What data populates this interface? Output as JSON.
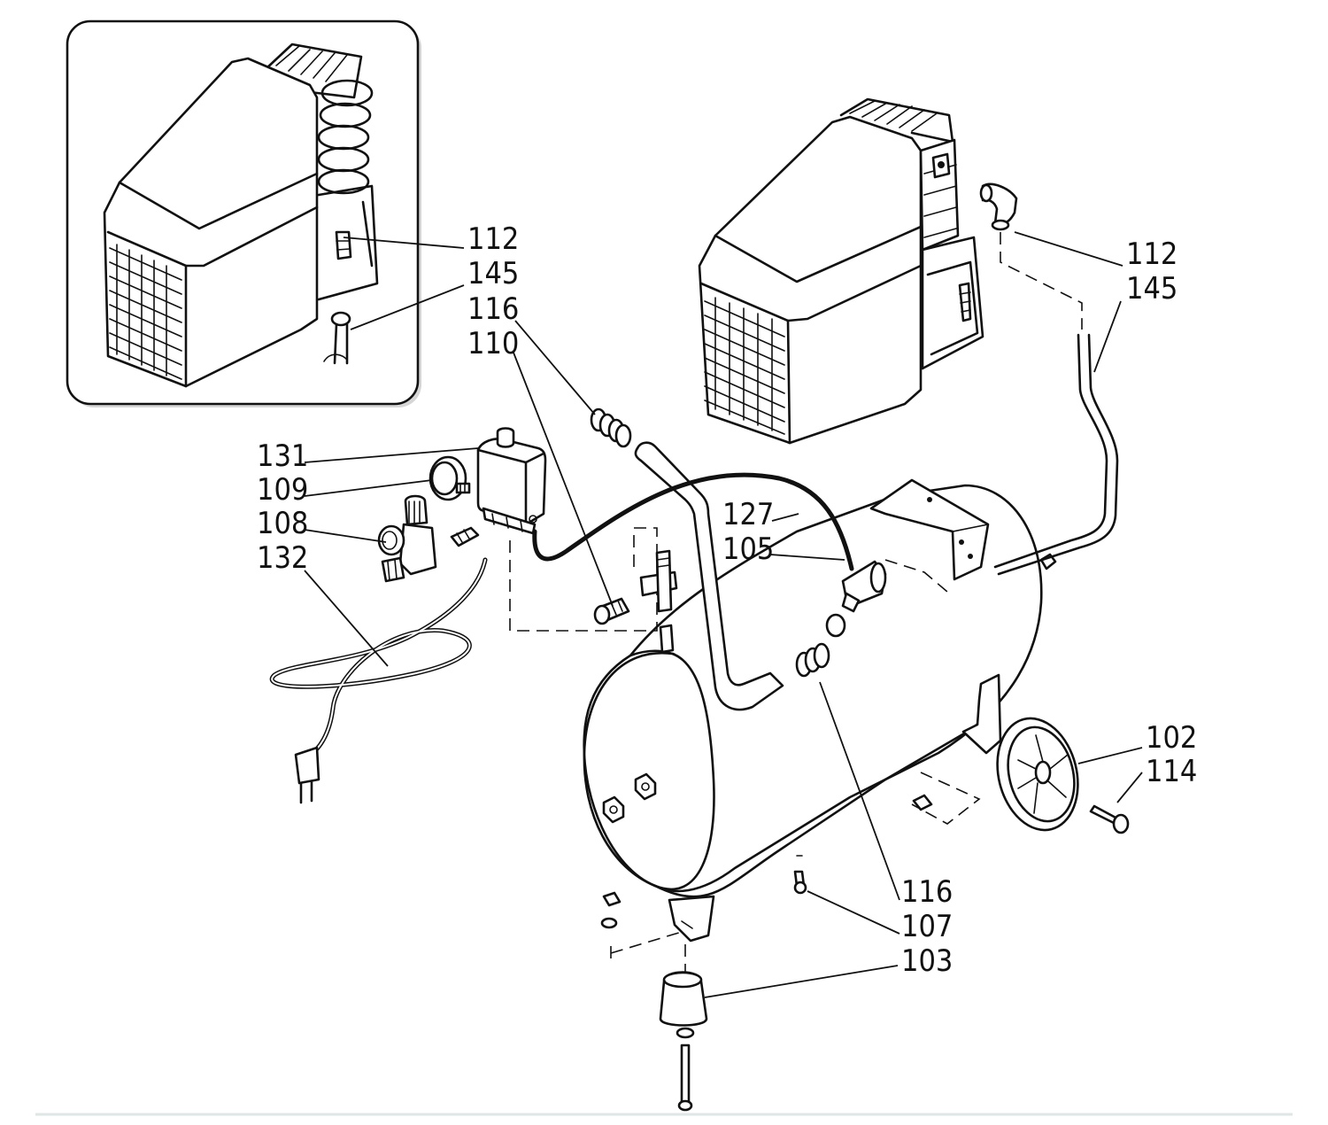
{
  "labels": {
    "inset_112": "112",
    "inset_145": "145",
    "l116_top": "116",
    "l110": "110",
    "l131": "131",
    "l109": "109",
    "l108": "108",
    "l132": "132",
    "r112": "112",
    "r145": "145",
    "l127": "127",
    "l105": "105",
    "l102": "102",
    "l114": "114",
    "l116_bottom": "116",
    "l107": "107",
    "l103": "103"
  }
}
